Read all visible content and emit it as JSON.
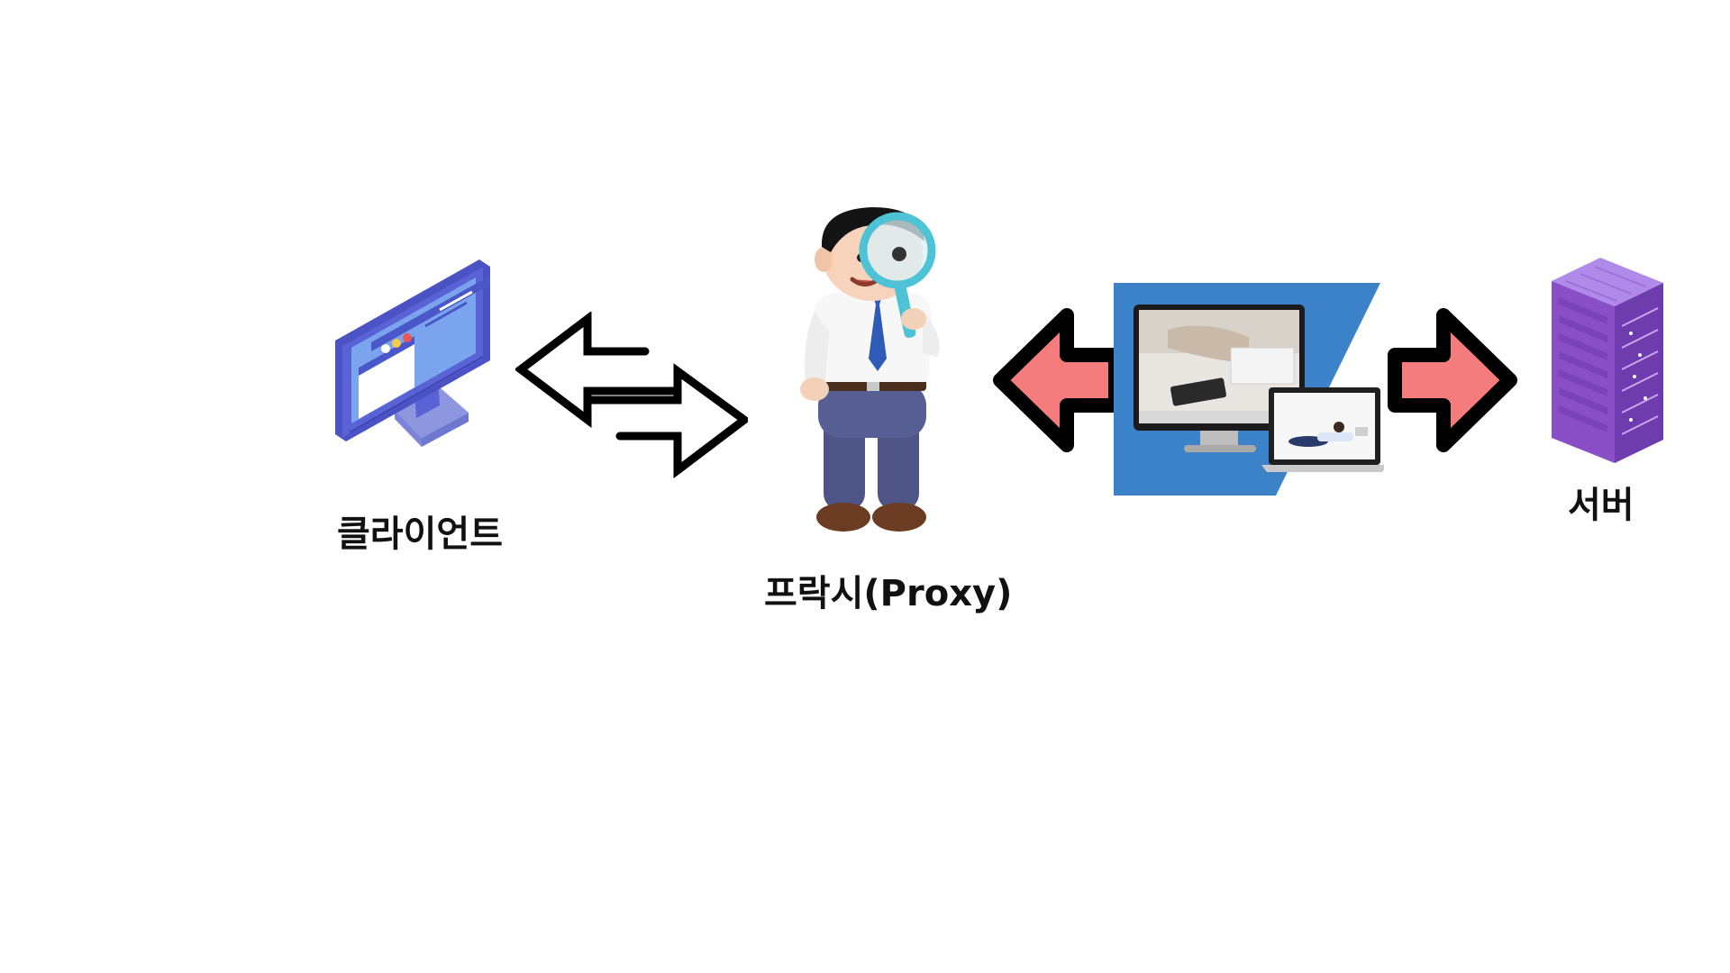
{
  "nodes": {
    "client": {
      "label": "클라이언트",
      "icon": "monitor-icon"
    },
    "proxy": {
      "label": "프락시(Proxy)",
      "icon": "businessman-magnifier-icon"
    },
    "server": {
      "label": "서버",
      "icon": "server-rack-icon"
    }
  },
  "connectors": {
    "client_proxy": {
      "icon": "bidirectional-outline-arrows-icon"
    },
    "proxy_screen": {
      "icon": "left-arrow-icon"
    },
    "screen_server": {
      "icon": "right-arrow-icon"
    },
    "middle_image": {
      "icon": "devices-photo-icon"
    }
  },
  "colors": {
    "arrow_fill": "#F47C7C",
    "arrow_stroke": "#000000",
    "panel_blue": "#3B82C8",
    "monitor_blue": "#5A63D6",
    "server_purple": "#8A4FC7"
  }
}
